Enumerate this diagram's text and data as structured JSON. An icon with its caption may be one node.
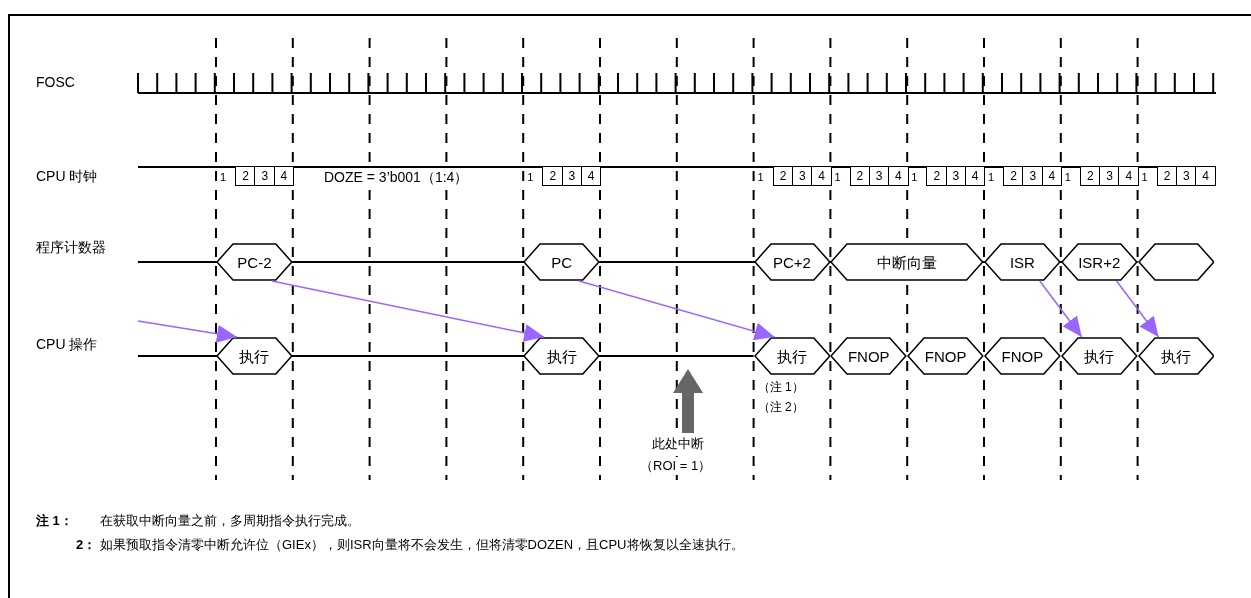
{
  "diagram": {
    "nodes": [
      {
        "text": [
          "PC-2"
        ]
      },
      {
        "text": [
          "PC"
        ]
      },
      {
        "text": [
          "PC+2"
        ]
      },
      {
        "text": [
          "中断向量"
        ]
      },
      {
        "text": [
          "ISR"
        ]
      },
      {
        "text": [
          "ISR+2"
        ]
      },
      {
        "text": [],
        "shape": "hexagon"
      },
      {
        "text": [
          "执行"
        ]
      },
      {
        "text": [
          "执行"
        ]
      },
      {
        "text": [
          "执行"
        ],
        "beside": [
          "（注 1）",
          "（注 2）"
        ]
      },
      {
        "text": [
          "FNOP"
        ]
      },
      {
        "text": [
          "FNOP"
        ]
      },
      {
        "text": [
          "FNOP"
        ]
      },
      {
        "text": [
          "执行"
        ]
      },
      {
        "text": [
          "执行"
        ]
      }
    ],
    "edges": [
      {
        "from": null,
        "to": 7,
        "arrow": "to"
      },
      {
        "from": 0,
        "to": 8,
        "arrow": "to"
      },
      {
        "from": 1,
        "to": 9,
        "arrow": "to"
      },
      {
        "from": 4,
        "to": 13,
        "arrow": "to"
      },
      {
        "from": 5,
        "to": 14,
        "arrow": "to"
      }
    ],
    "labels": [
      "FOSC",
      "CPU 时钟",
      "1",
      "2",
      "3",
      "4",
      "DOZE = 3’b001（1:4）",
      "1",
      "2",
      "3",
      "4",
      "1",
      "2",
      "3",
      "4",
      "1",
      "2",
      "3",
      "4",
      "1",
      "2",
      "3",
      "4",
      "1",
      "2",
      "3",
      "4",
      "1",
      "2",
      "3",
      "4",
      "1",
      "2",
      "3",
      "4",
      "程序计数器",
      "CPU 操作",
      "此处中断",
      "（ROI = 1）",
      "注 1：",
      "在获取中断向量之前，多周期指令执行完成。",
      "2：",
      "如果预取指令清零中断允许位（GIEx），则ISR向量将不会发生，但将清零DOZEN，且CPU将恢复以全速执行。"
    ]
  }
}
